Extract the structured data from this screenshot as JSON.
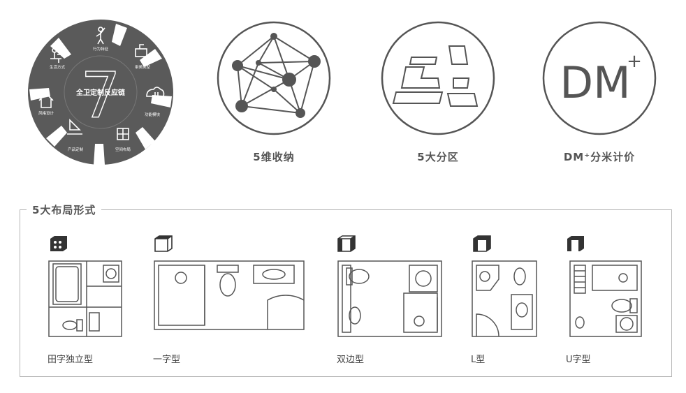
{
  "wheel": {
    "number": "7",
    "center_label": "全卫定制反应链",
    "segments": [
      {
        "label": "行为特征",
        "icon": "person-waving-icon"
      },
      {
        "label": "审美类型",
        "icon": "desk-lamp-icon"
      },
      {
        "label": "功能模块",
        "icon": "cloud-module-icon"
      },
      {
        "label": "空间布局",
        "icon": "window-grid-icon"
      },
      {
        "label": "产品定制",
        "icon": "ruler-triangle-icon"
      },
      {
        "label": "风格设计",
        "icon": "house-icon"
      },
      {
        "label": "生活方式",
        "icon": "person-desk-icon"
      }
    ],
    "color": "#5a5a5a"
  },
  "features": [
    {
      "label": "5维收纳",
      "icon": "network-nodes-icon"
    },
    {
      "label": "5大分区",
      "icon": "zones-planes-icon"
    },
    {
      "label": "DM⁺分米计价",
      "icon": "dm-plus-icon"
    }
  ],
  "dm_icon_text": {
    "main": "DM",
    "sup": "+"
  },
  "layouts_section": {
    "title": "5大布局形式",
    "items": [
      {
        "label": "田字独立型",
        "icon": "four-dots-cube-icon"
      },
      {
        "label": "一字型",
        "icon": "open-cube-icon"
      },
      {
        "label": "双边型",
        "icon": "two-side-cube-icon"
      },
      {
        "label": "L型",
        "icon": "l-shape-cube-icon"
      },
      {
        "label": "U字型",
        "icon": "u-shape-cube-icon"
      }
    ]
  },
  "colors": {
    "dark": "#5a5a5a",
    "line": "#555555",
    "frame": "#b5b5b5"
  }
}
